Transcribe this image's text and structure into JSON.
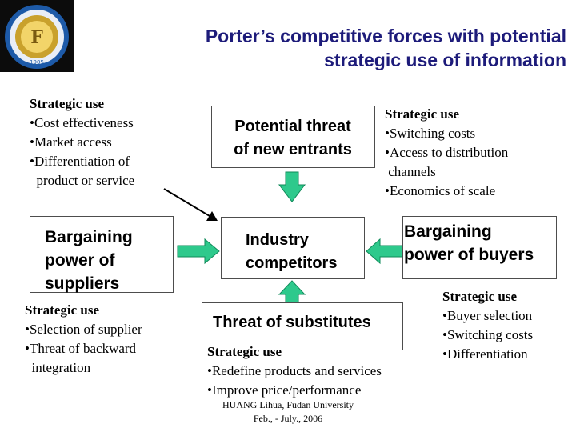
{
  "title": {
    "line1": "Porter’s competitive forces with potential",
    "line2": "strategic use of information"
  },
  "logo": {
    "icon": "university-seal-icon",
    "year": "1905"
  },
  "colors": {
    "title": "#1d1b7a",
    "arrow_fill": "#2ec98c",
    "arrow_stroke": "#0f8a59",
    "box_border": "#4d4d4d"
  },
  "boxes": {
    "entrants": "Potential threat\nof new entrants",
    "industry": "Industry\ncompetitors",
    "suppliers": "Bargaining\npower of\nsuppliers",
    "buyers": "Bargaining\npower of buyers",
    "substitutes": "Threat of substitutes"
  },
  "strategic": {
    "top_left": {
      "heading": "Strategic use",
      "items": [
        "•Cost effectiveness",
        "•Market access",
        "•Differentiation of",
        "  product or service"
      ]
    },
    "top_right": {
      "heading": "Strategic use",
      "items": [
        "•Switching costs",
        "•Access to distribution",
        " channels",
        "•Economics of scale"
      ]
    },
    "left": {
      "heading": "Strategic use",
      "items": [
        "•Selection of supplier",
        "•Threat of backward",
        "  integration"
      ]
    },
    "bottom": {
      "heading": "Strategic use",
      "items": [
        "•Redefine products and services",
        "•Improve price/performance"
      ]
    },
    "right": {
      "heading": "Strategic use",
      "items": [
        "•Buyer selection",
        "•Switching costs",
        "•Differentiation"
      ]
    }
  },
  "footer": {
    "line1": "HUANG Lihua, Fudan University",
    "line2": "Feb., - July., 2006"
  }
}
